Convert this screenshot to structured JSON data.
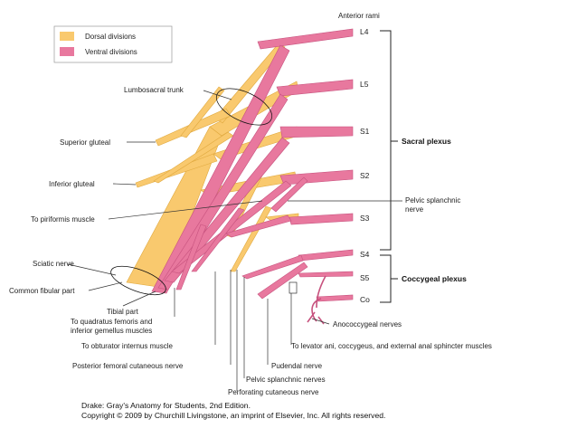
{
  "legend": {
    "dorsal_label": "Dorsal divisions",
    "ventral_label": "Ventral divisions",
    "dorsal_color": "#f9c96e",
    "ventral_color": "#e8789e"
  },
  "header": {
    "rami_label": "Anterior rami"
  },
  "roots": [
    "L4",
    "L5",
    "S1",
    "S2",
    "S3",
    "S4",
    "S5",
    "Co"
  ],
  "brackets": {
    "sacral": "Sacral plexus",
    "coccygeal": "Coccygeal plexus"
  },
  "labels": {
    "lumbosacral_trunk": "Lumbosacral trunk",
    "superior_gluteal": "Superior gluteal",
    "inferior_gluteal": "Inferior gluteal",
    "to_piriformis": "To piriformis muscle",
    "sciatic_nerve": "Sciatic nerve",
    "common_fibular": "Common fibular part",
    "tibial_part": "Tibial part",
    "quadratus_1": "To quadratus femoris and",
    "quadratus_2": "inferior gemellus muscles",
    "obturator": "To obturator internus muscle",
    "posterior_femoral": "Posterior femoral cutaneous nerve",
    "perforating": "Perforating cutaneous nerve",
    "pelvic_splanchnic_nerves": "Pelvic splanchnic nerves",
    "pudendal": "Pudendal nerve",
    "levator_ani": "To levator ani, coccygeus, and external anal sphincter muscles",
    "anococcygeal": "Anococcygeal nerves",
    "pelvic_splanchnic_1": "Pelvic splanchnic",
    "pelvic_splanchnic_2": "nerve"
  },
  "caption": {
    "line1": "Drake: Gray's Anatomy for Students, 2nd Edition.",
    "line2": "Copyright © 2009 by Churchill Livingstone, an imprint of Elsevier, Inc. All rights reserved."
  }
}
